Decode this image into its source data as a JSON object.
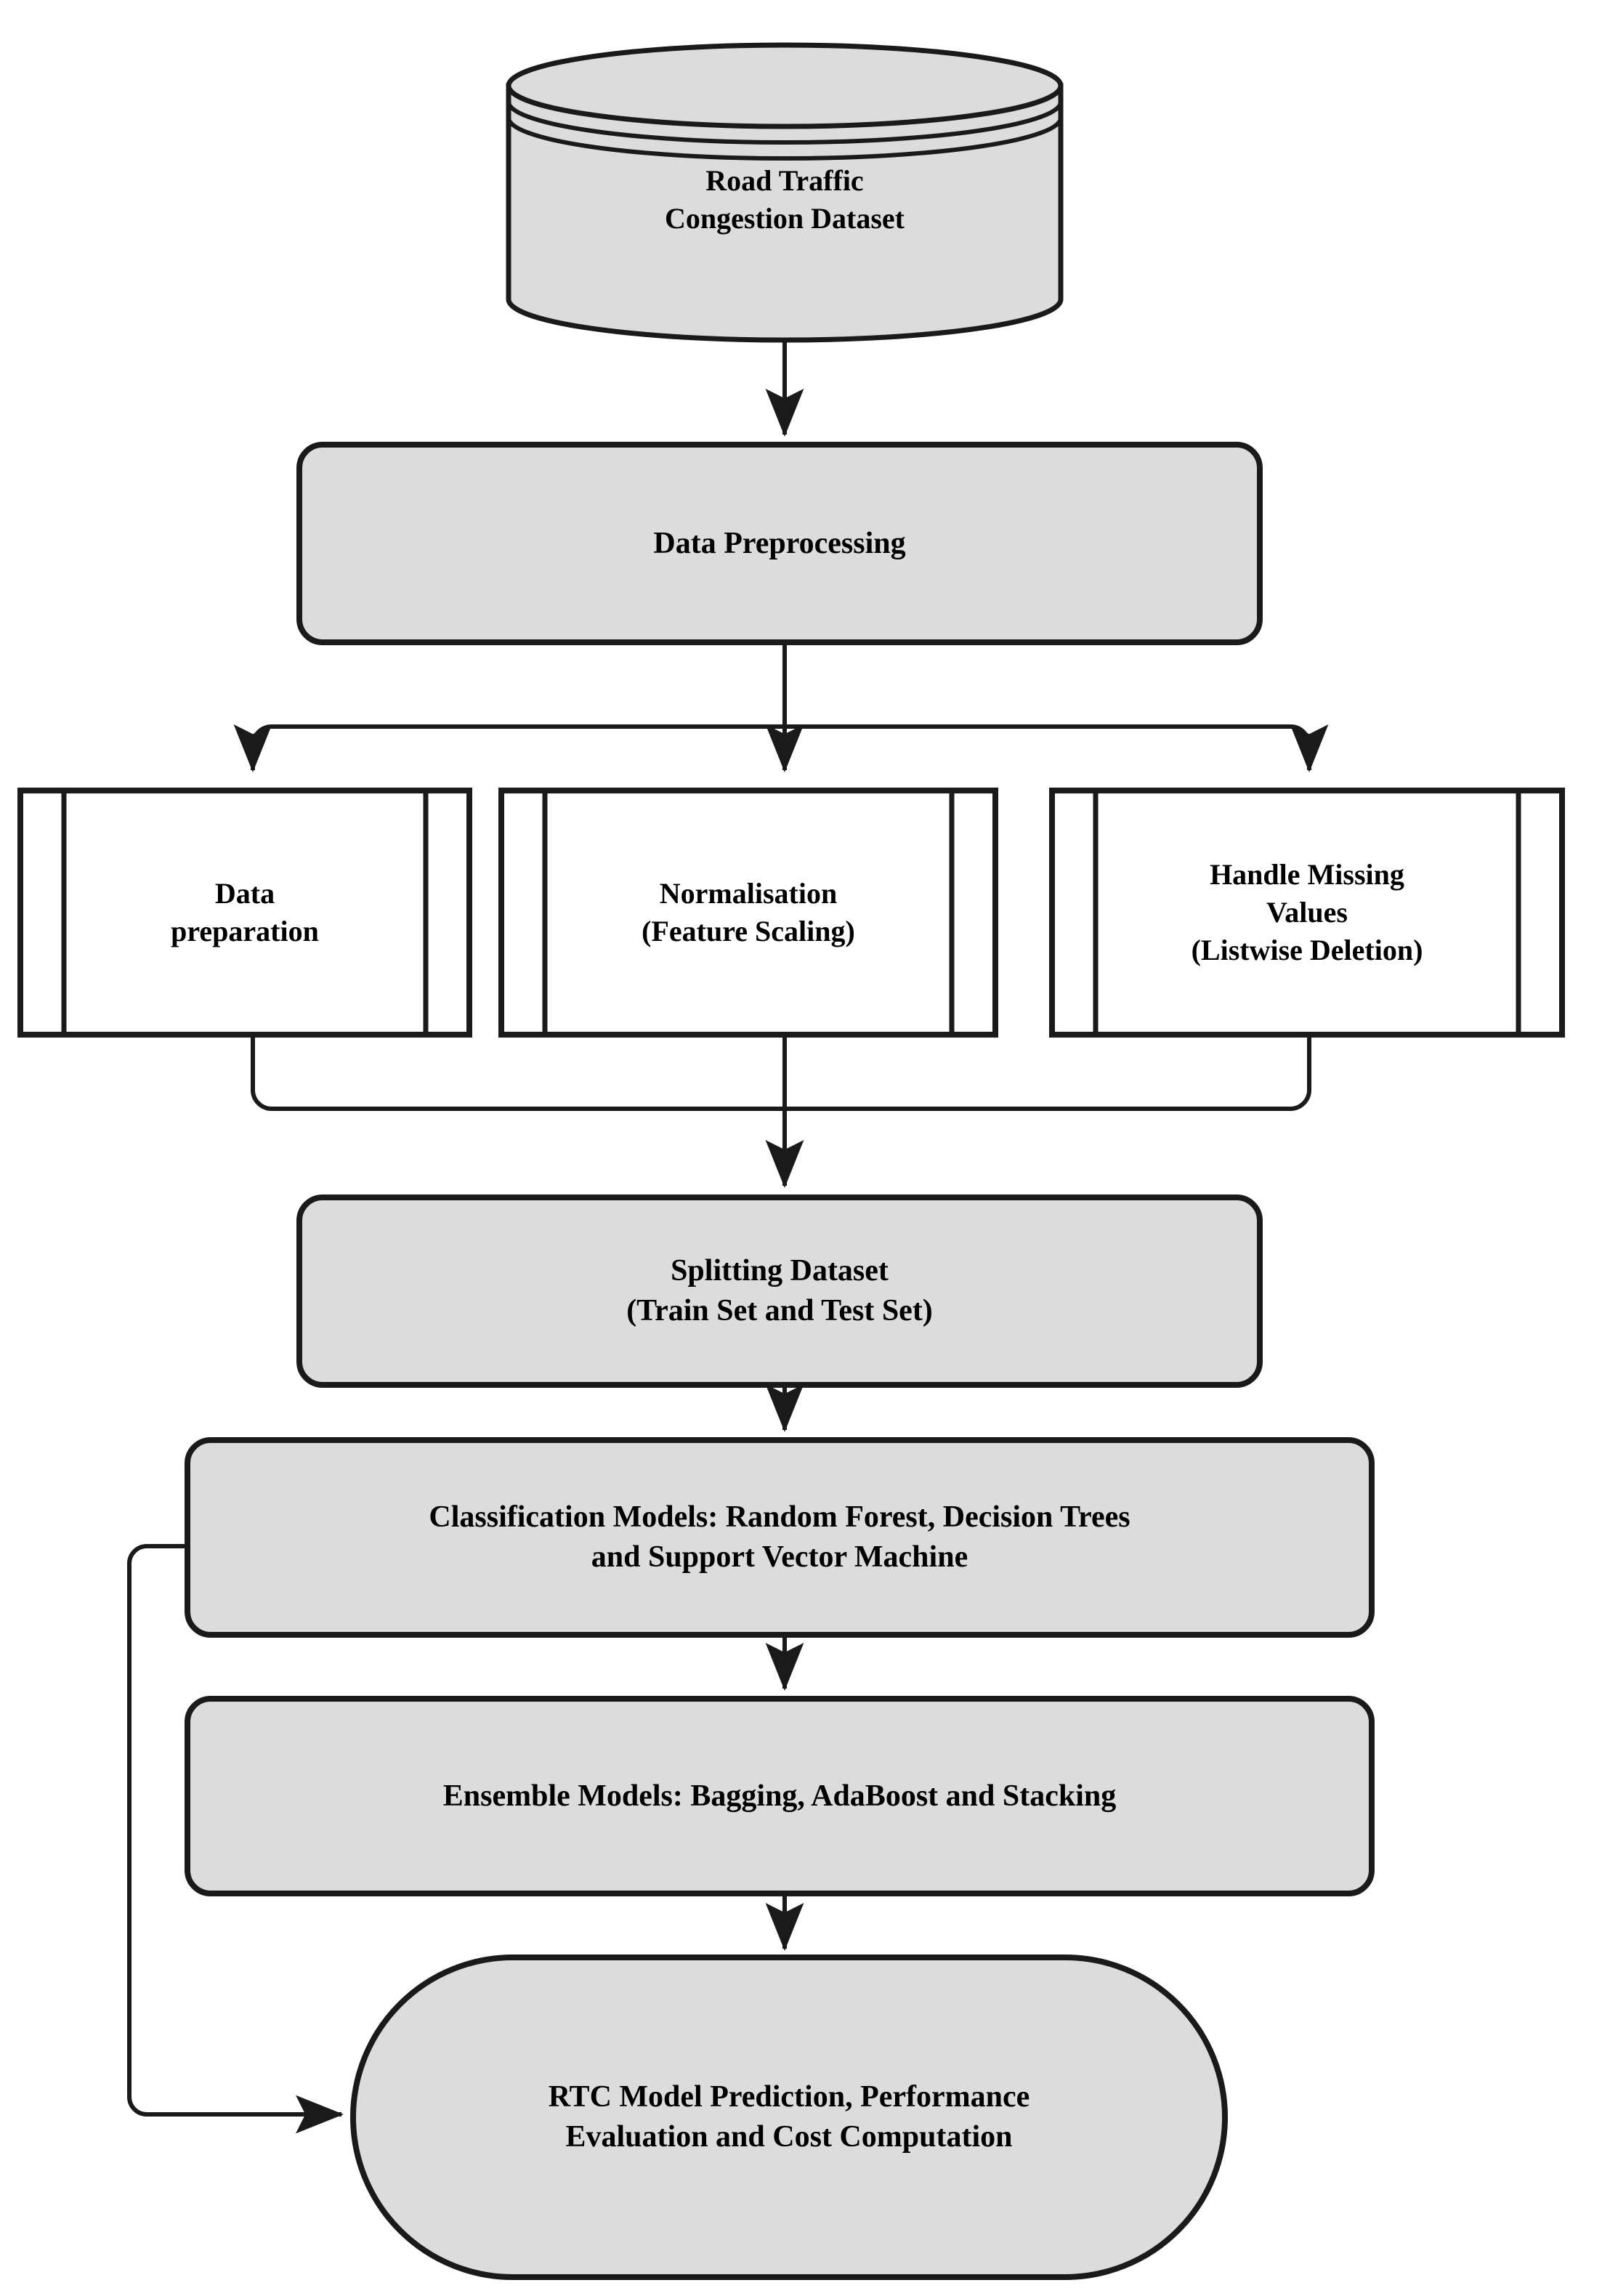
{
  "diagram": {
    "title": "Road Traffic Congestion Machine Learning Pipeline Flowchart",
    "colors": {
      "shape_fill_gray": "#dcdcdc",
      "shape_fill_white": "#ffffff",
      "stroke": "#1a1a1a",
      "background": "#ffffff",
      "text": "#000000"
    }
  },
  "nodes": {
    "dataset": {
      "shape": "cylinder",
      "label": "Road Traffic\nCongestion Dataset",
      "line1": "Road Traffic",
      "line2": "Congestion Dataset"
    },
    "preprocessing": {
      "shape": "rounded-rectangle",
      "label": "Data Preprocessing"
    },
    "data_preparation": {
      "shape": "predefined-process",
      "label": "Data\npreparation",
      "line1": "Data",
      "line2": "preparation"
    },
    "normalisation": {
      "shape": "predefined-process",
      "label": "Normalisation\n(Feature Scaling)",
      "line1": "Normalisation",
      "line2": "(Feature Scaling)"
    },
    "missing_values": {
      "shape": "predefined-process",
      "label": "Handle Missing\nValues\n(Listwise Deletion)",
      "line1": "Handle Missing",
      "line2": "Values",
      "line3": "(Listwise Deletion)"
    },
    "splitting": {
      "shape": "rounded-rectangle",
      "label": "Splitting Dataset\n(Train Set and Test Set)",
      "line1": "Splitting Dataset",
      "line2": "(Train Set and Test Set)"
    },
    "classification": {
      "shape": "rounded-rectangle",
      "label": "Classification Models: Random Forest, Decision Trees\nand Support Vector Machine",
      "line1": "Classification Models: Random Forest, Decision Trees",
      "line2": "and Support Vector Machine"
    },
    "ensemble": {
      "shape": "rounded-rectangle",
      "label": "Ensemble Models: Bagging, AdaBoost and Stacking"
    },
    "prediction": {
      "shape": "stadium",
      "label": "RTC Model Prediction, Performance\nEvaluation and Cost Computation",
      "line1": "RTC Model Prediction, Performance",
      "line2": "Evaluation and Cost Computation"
    }
  },
  "edges": [
    {
      "from": "dataset",
      "to": "preprocessing",
      "type": "arrow-down"
    },
    {
      "from": "preprocessing",
      "to": "data_preparation",
      "type": "branch-arrow"
    },
    {
      "from": "preprocessing",
      "to": "normalisation",
      "type": "arrow-down"
    },
    {
      "from": "preprocessing",
      "to": "missing_values",
      "type": "branch-arrow"
    },
    {
      "from": "data_preparation",
      "to": "splitting",
      "type": "merge-arrow"
    },
    {
      "from": "normalisation",
      "to": "splitting",
      "type": "arrow-down"
    },
    {
      "from": "missing_values",
      "to": "splitting",
      "type": "merge-arrow"
    },
    {
      "from": "splitting",
      "to": "classification",
      "type": "arrow-down"
    },
    {
      "from": "classification",
      "to": "ensemble",
      "type": "arrow-down"
    },
    {
      "from": "ensemble",
      "to": "prediction",
      "type": "arrow-down"
    },
    {
      "from": "classification",
      "to": "prediction",
      "type": "feedback-left-loop"
    }
  ]
}
